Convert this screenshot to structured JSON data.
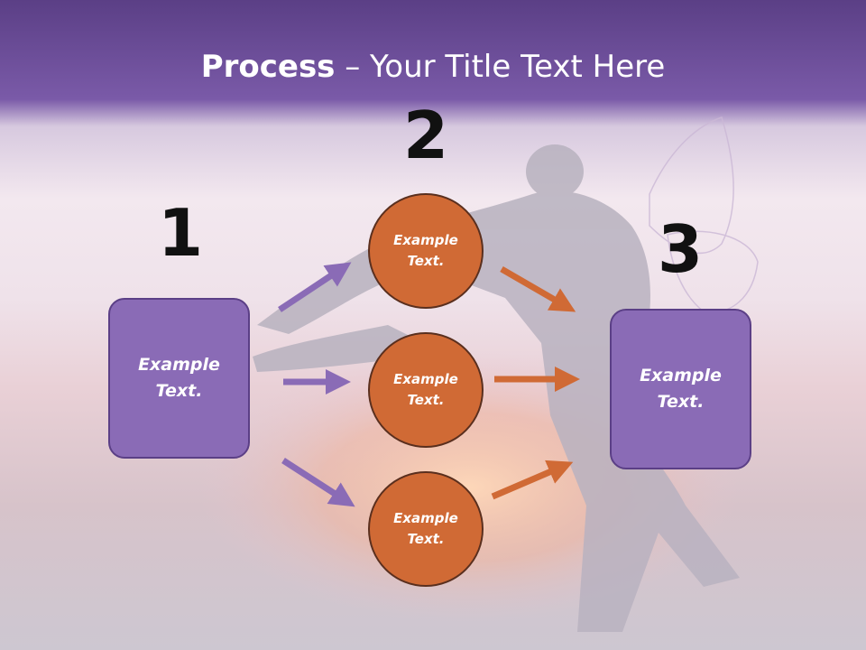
{
  "title": {
    "bold": "Process",
    "rest": " – Your Title Text Here"
  },
  "steps": [
    {
      "number": "1",
      "box_text": "Example\nText."
    },
    {
      "number": "2",
      "circles": [
        "Example\nText.",
        "Example\nText.",
        "Example\nText."
      ]
    },
    {
      "number": "3",
      "box_text": "Example\nText."
    }
  ],
  "colors": {
    "purple": "#8a6bb6",
    "orange": "#d06a35",
    "header": "#6a4c99"
  }
}
